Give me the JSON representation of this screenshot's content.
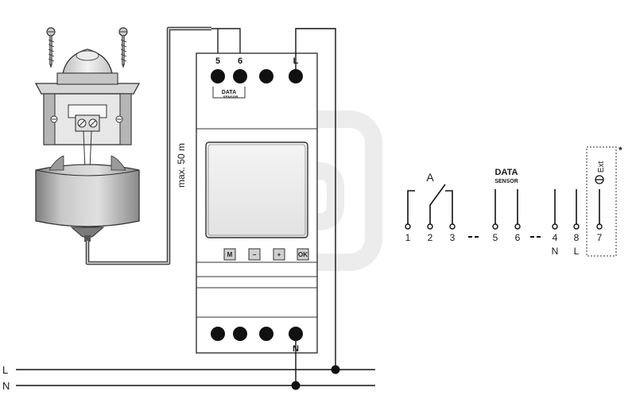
{
  "device": {
    "top_terminals": [
      "5",
      "6",
      "L"
    ],
    "bottom_terminal": "N",
    "data_sensor": {
      "line1": "DATA",
      "line2": "SENSOR"
    },
    "buttons": [
      "M",
      "−",
      "+",
      "OK"
    ]
  },
  "cable_label": "max. 50 m",
  "mains": {
    "l": "L",
    "n": "N"
  },
  "schematic": {
    "contact_label": "A",
    "data_label": {
      "line1": "DATA",
      "line2": "SENSOR"
    },
    "terminals": [
      "1",
      "2",
      "3",
      "5",
      "6",
      "4",
      "8",
      "7"
    ],
    "sub_labels": {
      "n": "N",
      "l": "L"
    },
    "ext_label": "Ext",
    "asterisk": "*"
  }
}
